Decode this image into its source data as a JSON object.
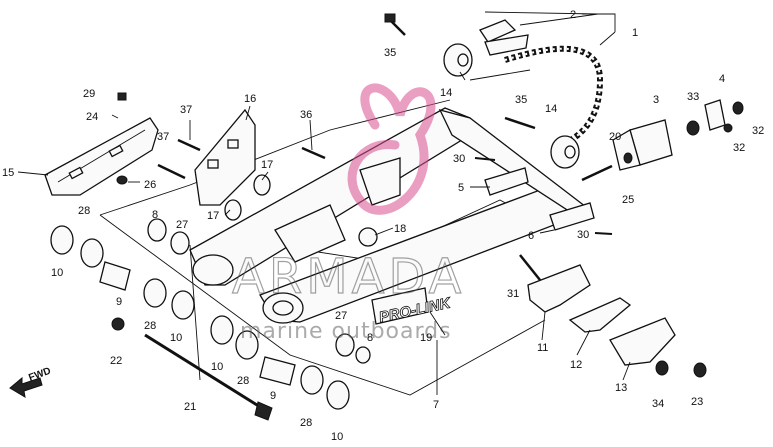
{
  "diagram": {
    "part_numbers": [
      "1",
      "2",
      "3",
      "4",
      "5",
      "6",
      "7",
      "8",
      "9",
      "10",
      "11",
      "12",
      "13",
      "14",
      "15",
      "16",
      "17",
      "18",
      "19",
      "20",
      "21",
      "22",
      "23",
      "24",
      "25",
      "26",
      "27",
      "28",
      "29",
      "30",
      "31",
      "32",
      "33",
      "34",
      "35",
      "36",
      "37"
    ],
    "fwd_label": "FWD",
    "stamp_text": "PRO-LINK",
    "watermark": {
      "brand": "ARMADA",
      "tagline": "marine outboards",
      "color": "#d94f8f"
    }
  }
}
